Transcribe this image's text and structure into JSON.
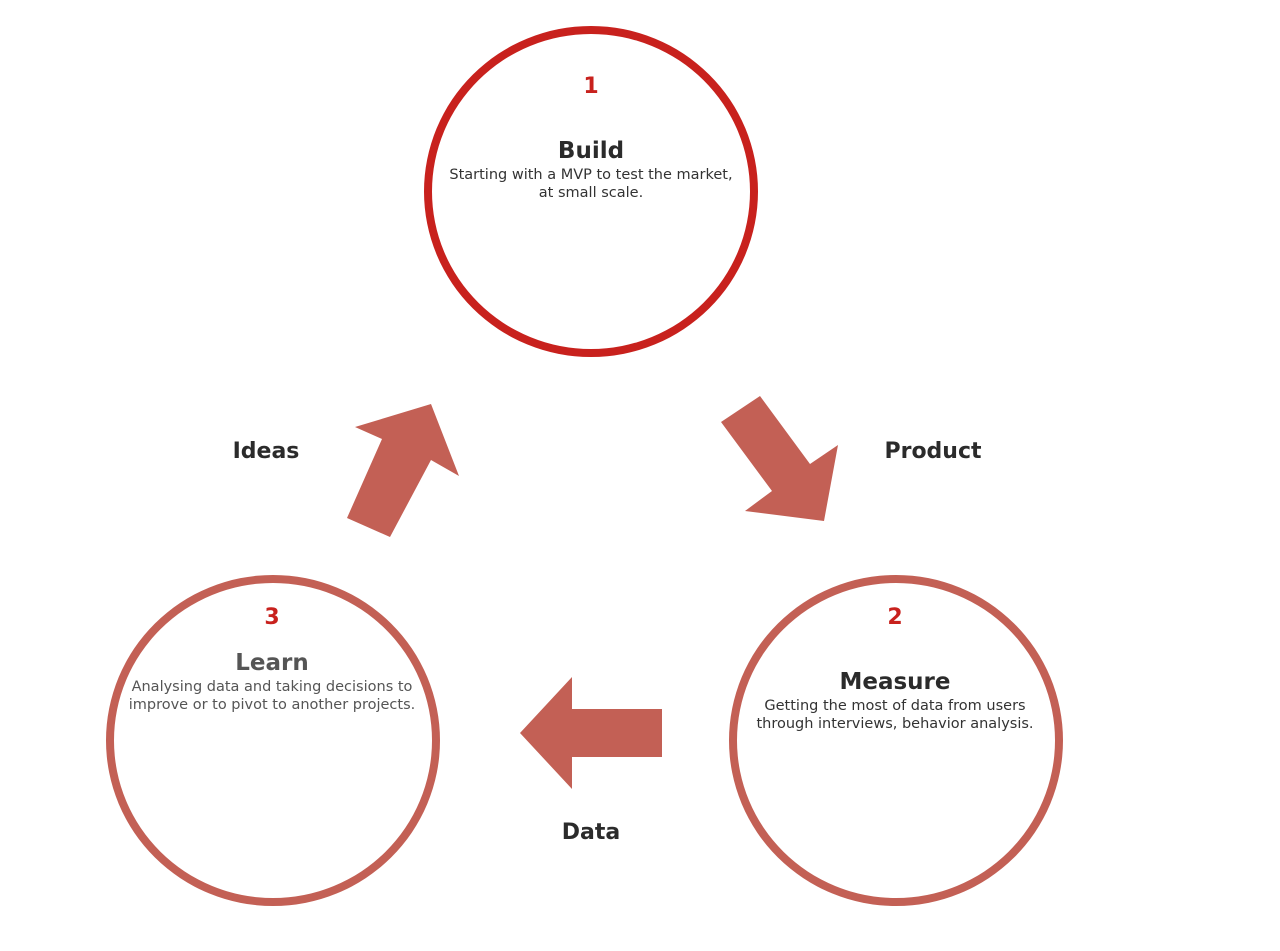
{
  "steps": [
    {
      "number": "1",
      "title": "Build",
      "description": "Starting with a MVP to test the market, at small scale."
    },
    {
      "number": "2",
      "title": "Measure",
      "description": "Getting the most of data from users through interviews, behavior analysis."
    },
    {
      "number": "3",
      "title": "Learn",
      "description": "Analysing data and taking decisions to improve or to pivot to another projects."
    }
  ],
  "flows": {
    "product": "Product",
    "data": "Data",
    "ideas": "Ideas"
  },
  "colors": {
    "build_ring": "#c8211d",
    "other_ring": "#c36055",
    "arrow": "#c36055",
    "number": "#c8211d",
    "learn_text": "#555555",
    "text": "#2b2b2b"
  },
  "icons": {
    "arrows": [
      "arrow-down-right-icon",
      "arrow-left-icon",
      "arrow-up-right-icon"
    ]
  }
}
